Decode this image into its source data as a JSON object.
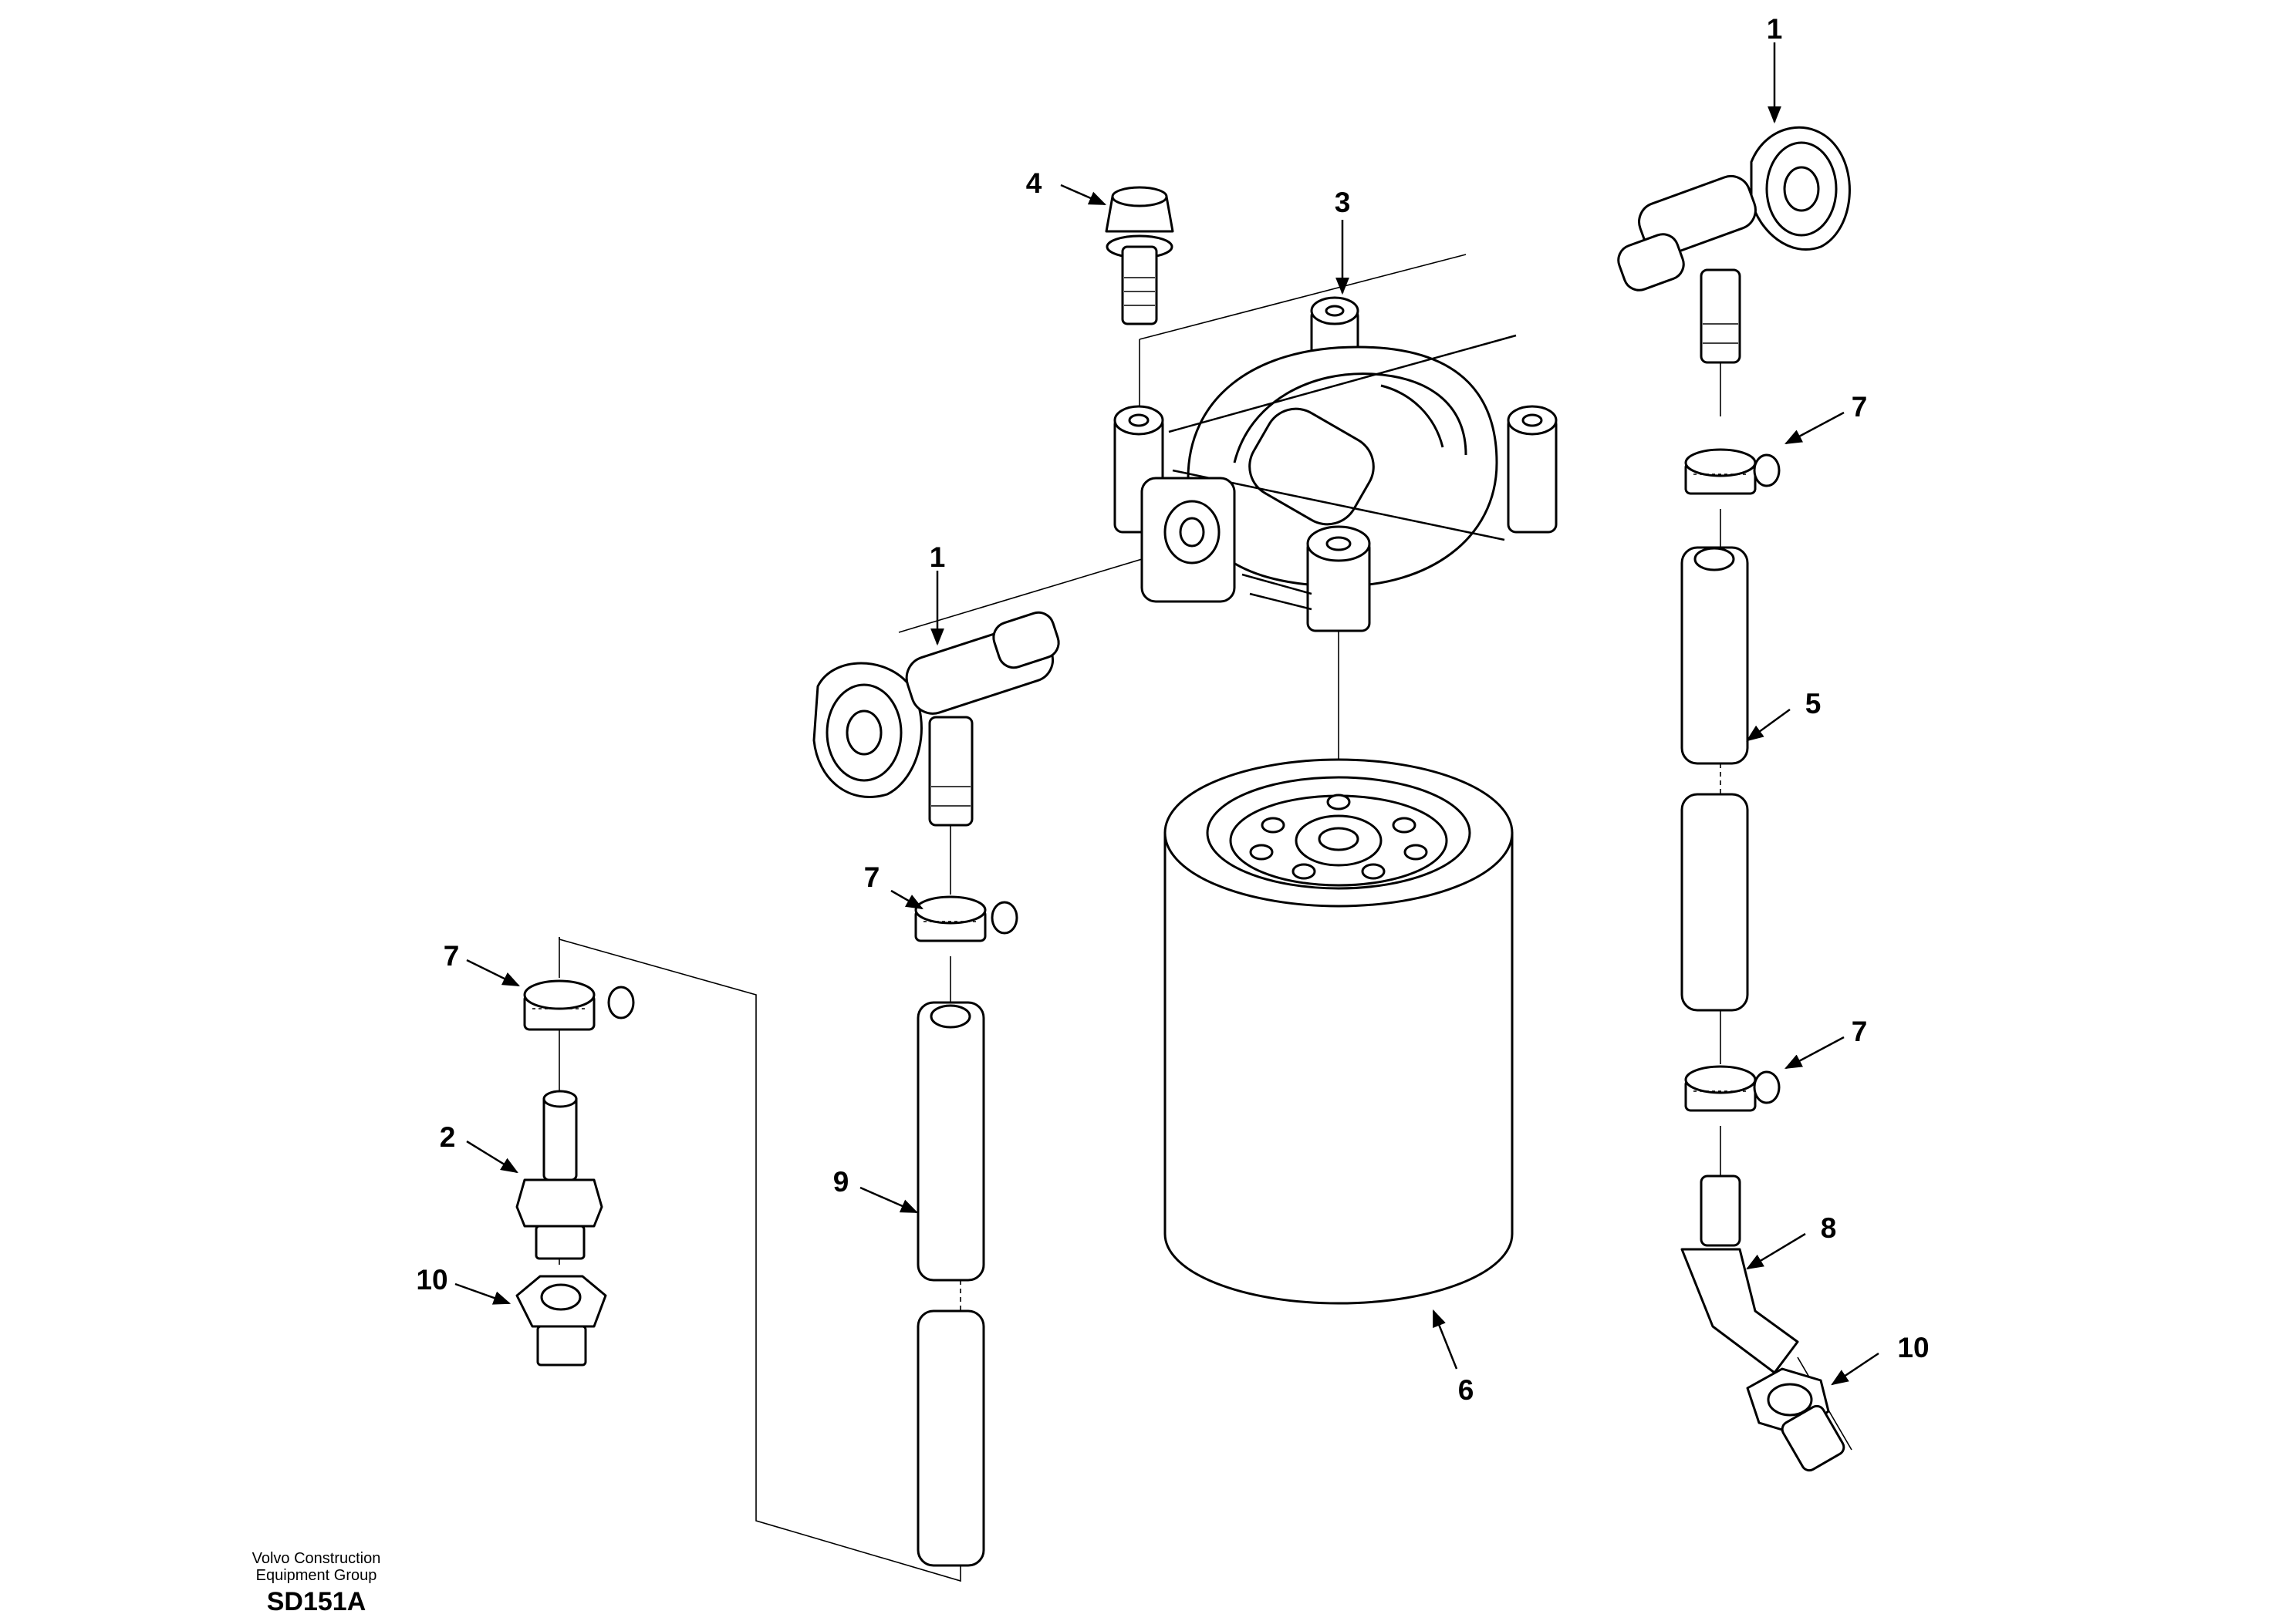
{
  "callouts": [
    "1",
    "1",
    "2",
    "3",
    "4",
    "5",
    "6",
    "7",
    "7",
    "7",
    "7",
    "8",
    "9",
    "10",
    "10"
  ],
  "footer": {
    "org_line1": "Volvo Construction",
    "org_line2": "Equipment Group",
    "drawing_code": "SD151A"
  },
  "colors": {
    "line": "#000000",
    "background": "#ffffff"
  }
}
